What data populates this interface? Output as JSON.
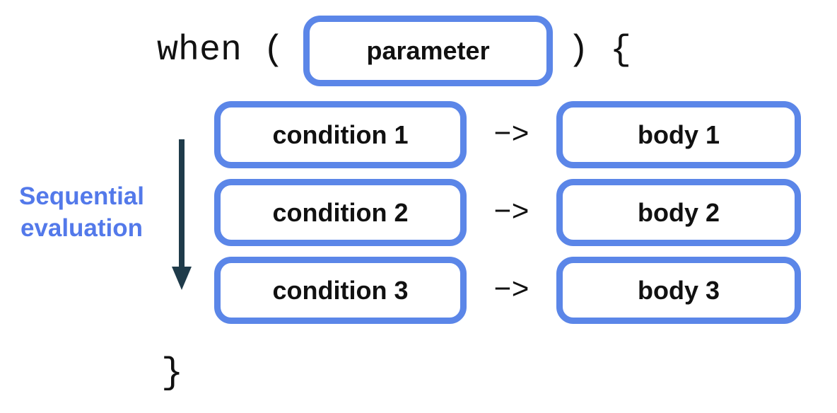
{
  "diagram": {
    "title_semantic": "when expression structure",
    "header": {
      "keyword_open": "when (",
      "parameter_label": "parameter",
      "close_paren_open_brace": ") {"
    },
    "rows": [
      {
        "condition": "condition 1",
        "arrow": "−>",
        "body": "body 1"
      },
      {
        "condition": "condition 2",
        "arrow": "−>",
        "body": "body 2"
      },
      {
        "condition": "condition 3",
        "arrow": "−>",
        "body": "body 3"
      }
    ],
    "footer": {
      "closing_brace": "}"
    },
    "side_label": "Sequential evaluation",
    "colors": {
      "box-border": "#5B86E8",
      "label-blue": "#5379EA",
      "arrow-dark": "#1F3B4A",
      "text-dark": "#111111"
    }
  }
}
